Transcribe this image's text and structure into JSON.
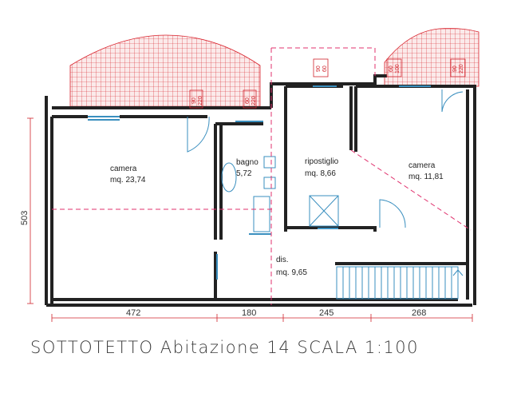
{
  "rooms": {
    "camera_left": {
      "name": "camera",
      "area": "mq. 23,74"
    },
    "bagno": {
      "name": "bagno",
      "area": "5,72"
    },
    "ripostiglio": {
      "name": "ripostiglio",
      "area": "mq. 8,66"
    },
    "camera_right": {
      "name": "camera",
      "area": "mq. 11,81"
    },
    "dis": {
      "name": "dis.",
      "area": "mq. 9,65"
    }
  },
  "dimensions": {
    "height_left": "503",
    "bottom": [
      "472",
      "180",
      "245",
      "268"
    ]
  },
  "window_marks": {
    "w1": [
      "90",
      "220"
    ],
    "w2": [
      "60",
      "220"
    ],
    "w3": [
      "90",
      "60"
    ],
    "w4": [
      "60",
      "100"
    ],
    "w5": [
      "90",
      "220"
    ]
  },
  "caption": "SOTTOTETTO  Abitazione  14  SCALA  1:100",
  "colors": {
    "wall": "#222222",
    "window": "#3a8fbf",
    "dashed": "#e0326e",
    "terrace": "#d8202a",
    "dimension": "#d0242c"
  }
}
